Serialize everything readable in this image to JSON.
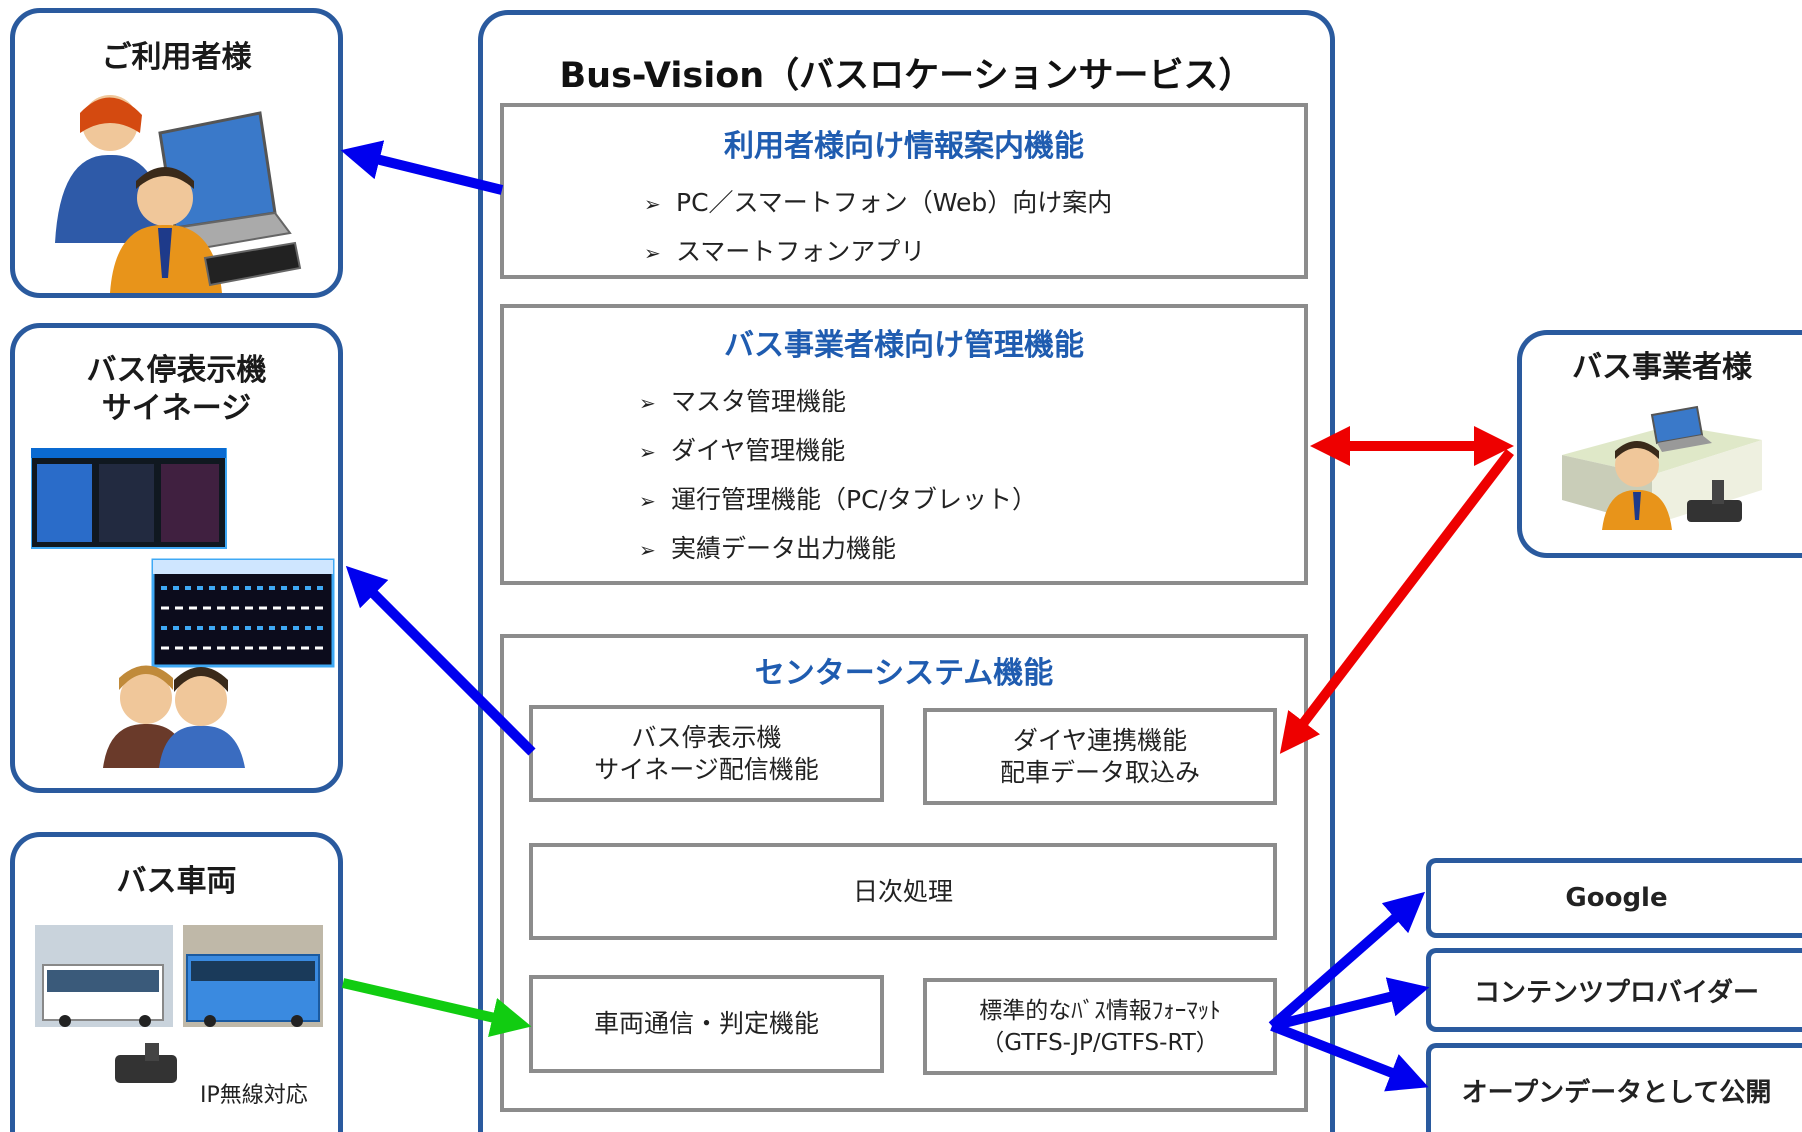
{
  "main": {
    "title": "Bus-Vision（バスロケーションサービス）",
    "user_info": {
      "title": "利用者様向け情報案内機能",
      "items": [
        "PC／スマートフォン（Web）向け案内",
        "スマートフォンアプリ"
      ]
    },
    "operator_mgmt": {
      "title": "バス事業者様向け管理機能",
      "items": [
        "マスタ管理機能",
        "ダイヤ管理機能",
        "運行管理機能（PC/タブレット）",
        "実績データ出力機能"
      ]
    },
    "center": {
      "title": "センターシステム機能",
      "signage": [
        "バス停表示機",
        "サイネージ配信機能"
      ],
      "dia": [
        "ダイヤ連携機能",
        "配車データ取込み"
      ],
      "daily": "日次処理",
      "vehicle_comm": "車両通信・判定機能",
      "gtfs": [
        "標準的なﾊﾞｽ情報ﾌｫｰﾏｯﾄ",
        "（GTFS-JP/GTFS-RT）"
      ]
    }
  },
  "left": {
    "users": {
      "title": "ご利用者様"
    },
    "stop_display": {
      "title": [
        "バス停表示機",
        "サイネージ"
      ]
    },
    "bus": {
      "title": "バス車両",
      "note": "IP無線対応"
    }
  },
  "right": {
    "operator": {
      "title": "バス事業者様"
    },
    "outputs": [
      "Google",
      "コンテンツプロバイダー",
      "オープンデータとして公開"
    ]
  },
  "colors": {
    "border_blue": "#2a5a9e",
    "title_blue": "#1f5cb0",
    "arrow_blue": "#0000ee",
    "arrow_red": "#ee0000",
    "arrow_green": "#11cc11",
    "box_gray": "#8c8c8c"
  }
}
